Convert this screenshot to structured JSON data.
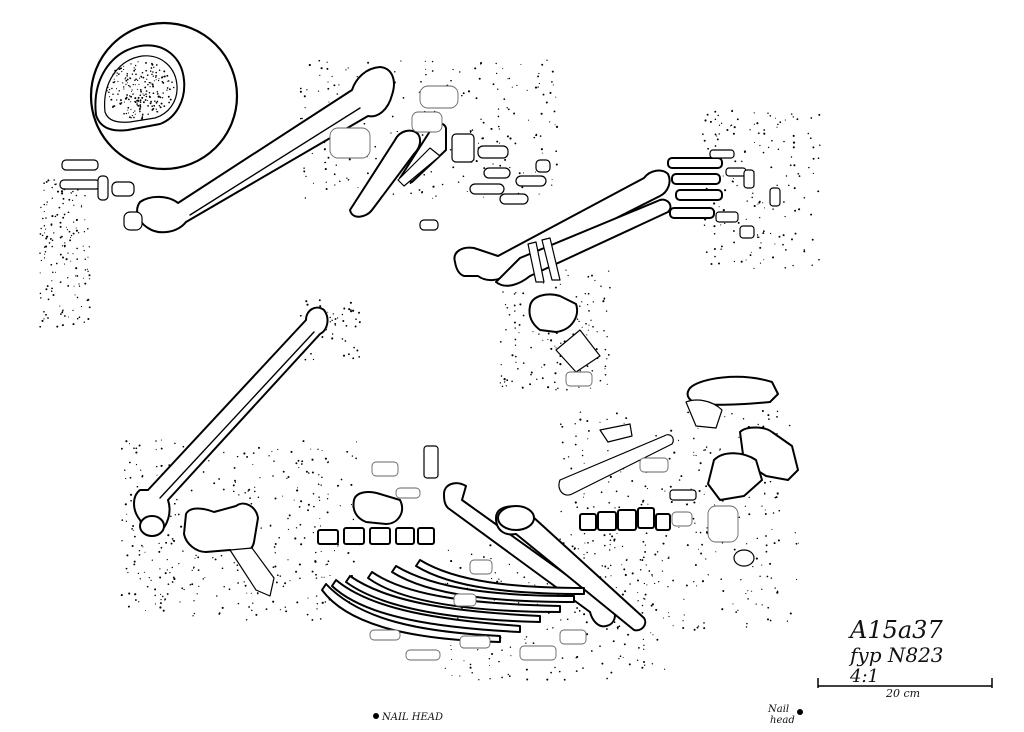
{
  "labels": {
    "context_id": "A15a37",
    "find_no": "fyp N823",
    "scale_ratio": "4:1",
    "scale_bar": "20 cm",
    "nail_head_left": "NAIL HEAD",
    "nail_head_right_line1": "Nail",
    "nail_head_right_line2": "head"
  }
}
